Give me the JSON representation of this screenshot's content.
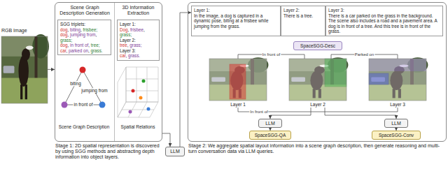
{
  "diagram": {
    "nodes": [
      {
        "text": [
          "RGB Image"
        ]
      },
      {
        "text": [
          "Stage 1: 2D spatial representation is discovered by using SGG methods and abstracting depth information into object layers."
        ]
      },
      {
        "text": [
          "Scene Graph Description Generation"
        ],
        "in": 1
      },
      {
        "text": [
          "SGG triplets:",
          "dog, biting, frisbee;",
          "dog, jumping from, grass;",
          "dog, in front of, tree;",
          "car, parked on, grass."
        ],
        "in": 2
      },
      {
        "text": [
          "3D Information Extraction"
        ],
        "in": 1
      },
      {
        "text": [
          "Layer 1:",
          "Dog, frisbee, grass;",
          "Layer 2:",
          "tree, grass;",
          "Layer 3:",
          "car, grass."
        ],
        "in": 4
      },
      {
        "text": [
          "LLM"
        ]
      },
      {
        "text": [
          "Stage 2: We aggregate spatial layout information into a scene graph description, then generate reasoning and multi-turn conversation data via LLM queries."
        ]
      },
      {
        "text": [
          "Layer 1:",
          "In the image, a dog is captured in a dynamic pose, biting at a frisbee while jumping from the grass."
        ],
        "in": 7
      },
      {
        "text": [
          "Layer 2:",
          "There is a tree."
        ],
        "in": 7
      },
      {
        "text": [
          "Layer 3:",
          "There is a car parked on the grass in the background. The scene also includes a road and a pavement area. A dog is in front of a tree. And this tree is in front of the grass."
        ],
        "in": 7
      },
      {
        "text": [
          "SpaceSGG-Desc"
        ],
        "in": 7
      },
      {
        "text": [
          "Layer 1"
        ],
        "in": 7
      },
      {
        "text": [
          "Layer 2"
        ],
        "in": 7
      },
      {
        "text": [
          "Layer 3"
        ],
        "in": 7
      },
      {
        "text": [
          "LLM"
        ],
        "in": 7
      },
      {
        "text": [
          "LLM"
        ],
        "in": 7
      },
      {
        "text": [
          "SpaceSGG-QA"
        ],
        "in": 7
      },
      {
        "text": [
          "SpaceSGG-Conv"
        ],
        "in": 7
      }
    ],
    "edges": [
      {
        "from": 0,
        "to": 1,
        "arrow": "to"
      },
      {
        "from": 1,
        "to": 6,
        "arrow": "to"
      },
      {
        "from": 6,
        "to": 8,
        "arrow": "to"
      },
      {
        "from": 12,
        "to": 13,
        "label": "In front of",
        "arrow": "none"
      },
      {
        "from": 13,
        "to": 14,
        "label": "Parked on",
        "arrow": "none"
      },
      {
        "from": 12,
        "to": 14,
        "label": "In front of",
        "arrow": "none"
      },
      {
        "from": 13,
        "to": 15,
        "arrow": "to"
      },
      {
        "from": 13,
        "to": 16,
        "arrow": "to"
      },
      {
        "from": 15,
        "to": 17,
        "arrow": "to"
      },
      {
        "from": 16,
        "to": 18,
        "arrow": "to"
      }
    ],
    "labels": [
      "biting",
      "jumping from",
      "in front of",
      "Scene Graph Description",
      "Spatial Relations"
    ]
  }
}
